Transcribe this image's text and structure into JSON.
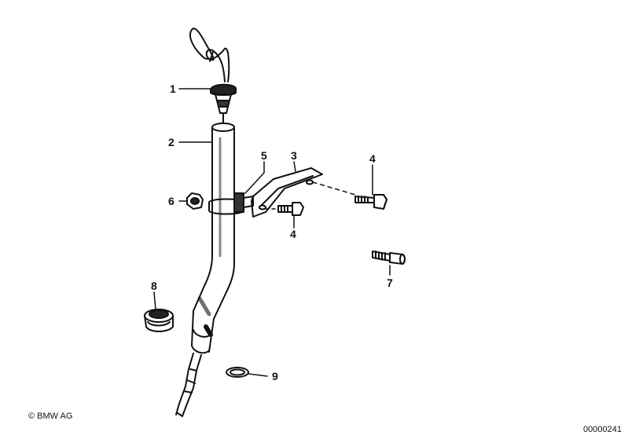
{
  "diagram": {
    "parts": [
      {
        "number": "1",
        "name": "dipstick-handle"
      },
      {
        "number": "2",
        "name": "guide-tube"
      },
      {
        "number": "3",
        "name": "bracket"
      },
      {
        "number": "4",
        "name": "hex-bolt"
      },
      {
        "number": "5",
        "name": "clamp"
      },
      {
        "number": "6",
        "name": "hex-nut"
      },
      {
        "number": "7",
        "name": "stud-bolt"
      },
      {
        "number": "8",
        "name": "rubber-grommet"
      },
      {
        "number": "9",
        "name": "o-ring"
      }
    ],
    "labels": {
      "p1": "1",
      "p2": "2",
      "p3": "3",
      "p4a": "4",
      "p4b": "4",
      "p5": "5",
      "p6": "6",
      "p7": "7",
      "p8": "8",
      "p9": "9"
    }
  },
  "footer": {
    "copyright": "© BMW AG",
    "diagram_id": "00000241"
  }
}
